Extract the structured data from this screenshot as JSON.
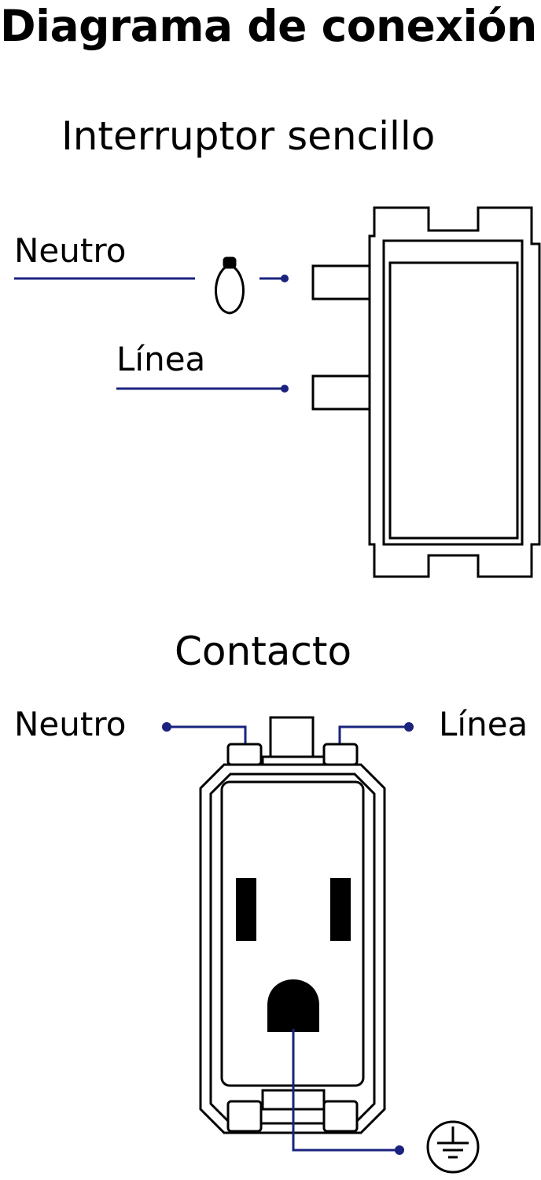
{
  "diagram": {
    "title": "Diagrama de conexión",
    "switch_section": {
      "heading": "Interruptor sencillo",
      "neutral_label": "Neutro",
      "line_label": "Línea"
    },
    "outlet_section": {
      "heading": "Contacto",
      "neutral_label": "Neutro",
      "line_label": "Línea"
    },
    "colors": {
      "wire": "#1a237e",
      "outline": "#000000",
      "background": "#ffffff"
    }
  }
}
